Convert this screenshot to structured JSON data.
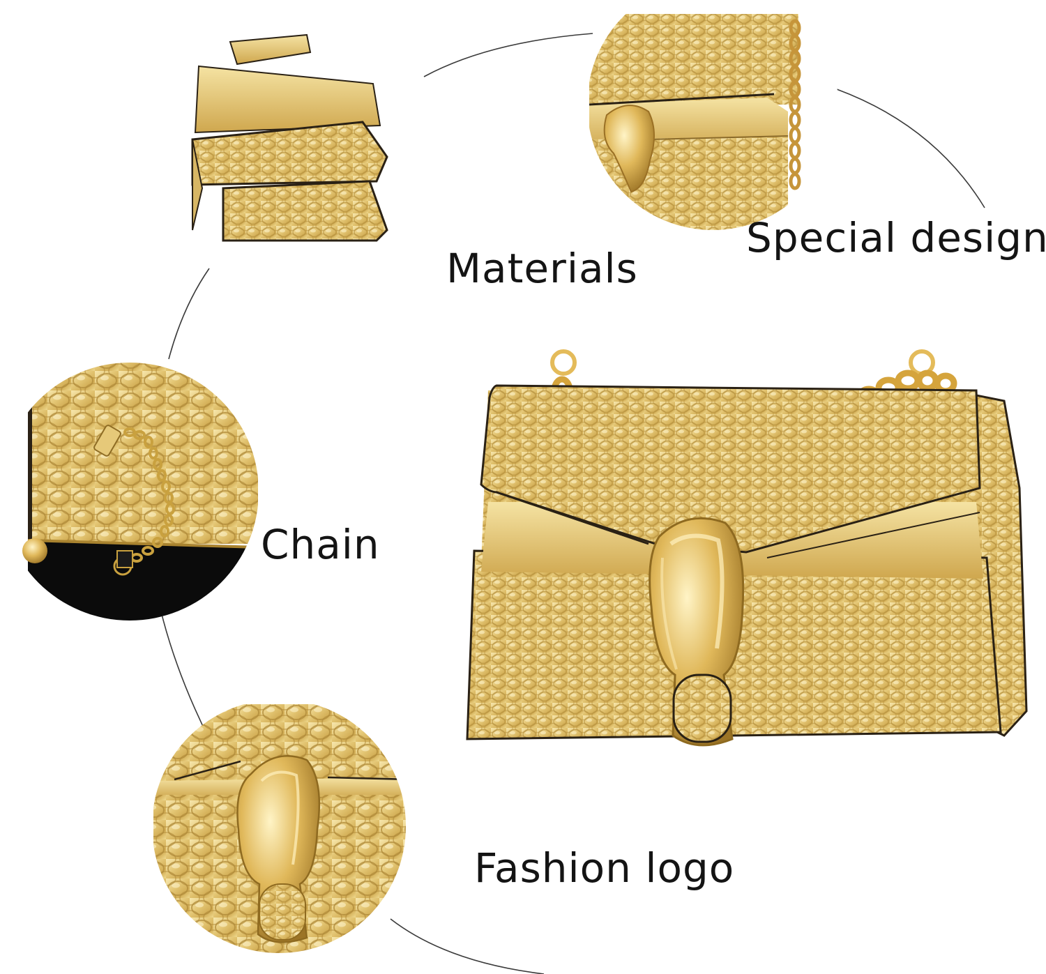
{
  "callouts": {
    "materials": "Materials",
    "special_design": "Special design",
    "chain": "Chain",
    "fashion_logo": "Fashion logo"
  },
  "colors": {
    "background": "#ffffff",
    "gold_light": "#f2dc95",
    "gold_mid": "#d8b55a",
    "gold_dark": "#a9832f",
    "edge": "#2a2115",
    "connector": "#3a3a3a"
  },
  "icons": {
    "clasp": "serpent-clasp-icon",
    "chain": "chain-strap-icon"
  }
}
